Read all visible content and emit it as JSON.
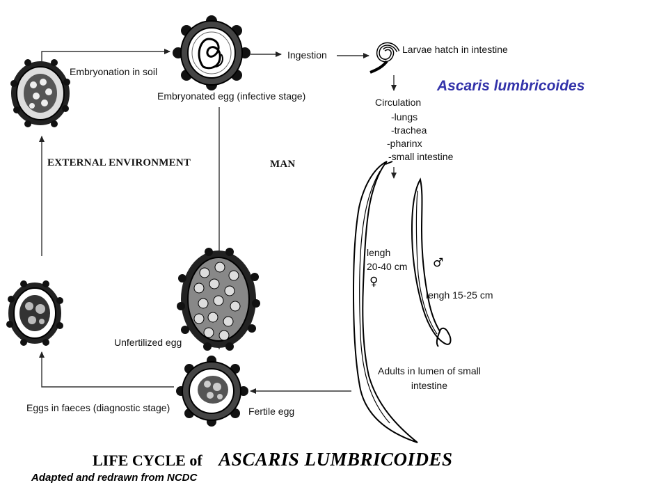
{
  "species_title": {
    "text": "Ascaris lumbricoides",
    "color": "#3333aa"
  },
  "stages": {
    "embryonation": "Embryonation in soil",
    "embryonated_egg": "Embryonated egg (infective stage)",
    "ingestion": "Ingestion",
    "larvae": "Larvae hatch in intestine",
    "circulation": "Circulation",
    "circulation_steps": [
      "-lungs",
      "-trachea",
      "-pharinx",
      "-small intestine"
    ],
    "unfertilized_egg": "Unfertilized egg",
    "fertile_egg": "Fertile egg",
    "eggs_faeces": "Eggs in faeces (diagnostic stage)",
    "adults": [
      "Adults in lumen of small",
      "intestine"
    ]
  },
  "regions": {
    "external": "EXTERNAL ENVIRONMENT",
    "man": "MAN"
  },
  "female": {
    "lines": [
      "lengh",
      "20-40 cm"
    ],
    "symbol": "♀"
  },
  "male": {
    "text": "lengh 15-25 cm",
    "symbol": "♂"
  },
  "caption": {
    "prefix": "LIFE CYCLE of",
    "species": "ASCARIS LUMBRICOIDES",
    "credit": "Adapted and redrawn from NCDC"
  },
  "icons": [
    "egg-embryonating",
    "egg-embryonated",
    "larva",
    "egg-unfertilized",
    "egg-fertile",
    "egg-in-faeces",
    "female-worm",
    "male-worm"
  ]
}
